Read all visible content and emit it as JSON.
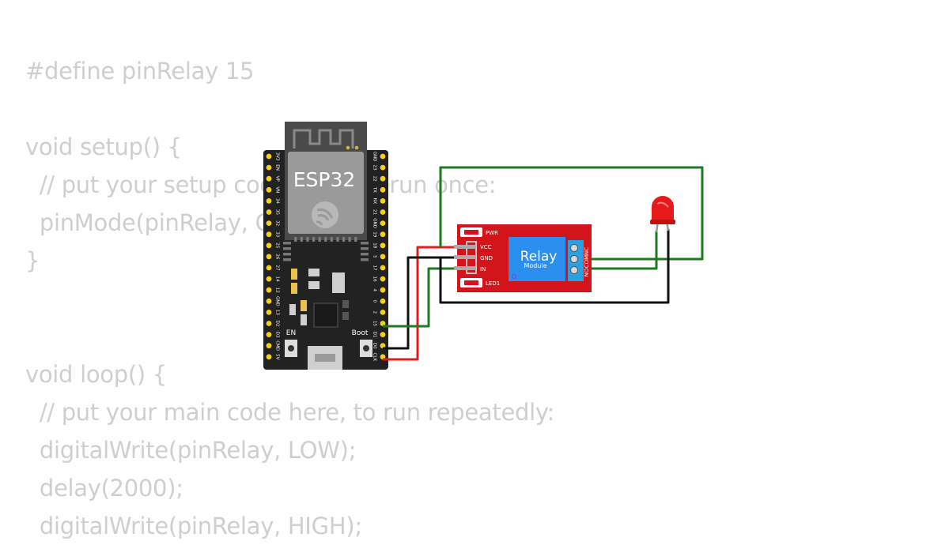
{
  "code_lines": [
    "#define pinRelay 15",
    "",
    "void setup() {",
    "  // put your setup code here, to run once:",
    "  pinMode(pinRelay, OUTPUT);",
    "}",
    "",
    "",
    "void loop() {",
    "  // put your main code here, to run repeatedly:",
    "  digitalWrite(pinRelay, LOW);",
    "  delay(2000);",
    "  digitalWrite(pinRelay, HIGH);"
  ],
  "esp32": {
    "label": "ESP32",
    "en_label": "EN",
    "boot_label": "Boot",
    "left_pins": [
      "3V3",
      "EN",
      "VP",
      "VN",
      "34",
      "35",
      "32",
      "33",
      "25",
      "26",
      "27",
      "14",
      "12",
      "GND",
      "13",
      "D2",
      "D3",
      "CMD",
      "5V"
    ],
    "right_pins": [
      "GND",
      "23",
      "22",
      "TX",
      "RX",
      "21",
      "GND",
      "19",
      "18",
      "5",
      "17",
      "16",
      "4",
      "0",
      "2",
      "15",
      "D1",
      "D0",
      "CLK"
    ]
  },
  "relay": {
    "title": "Relay",
    "subtitle": "Module",
    "pwr_label": "PWR",
    "led_label": "LED1",
    "pins": [
      "VCC",
      "GND",
      "IN"
    ],
    "terminals": [
      "NC",
      "COM",
      "NO"
    ]
  },
  "colors": {
    "board": "#222222",
    "module": "#4a4a4a",
    "relay_board": "#d3141a",
    "relay_block": "#2b8ff0",
    "terminal": "#2aa0e0",
    "wire_green": "#1e7a1e",
    "wire_red": "#e31b1b",
    "wire_black": "#111111",
    "led_red": "#e61a1a",
    "pin_yellow": "#f2d21b"
  }
}
